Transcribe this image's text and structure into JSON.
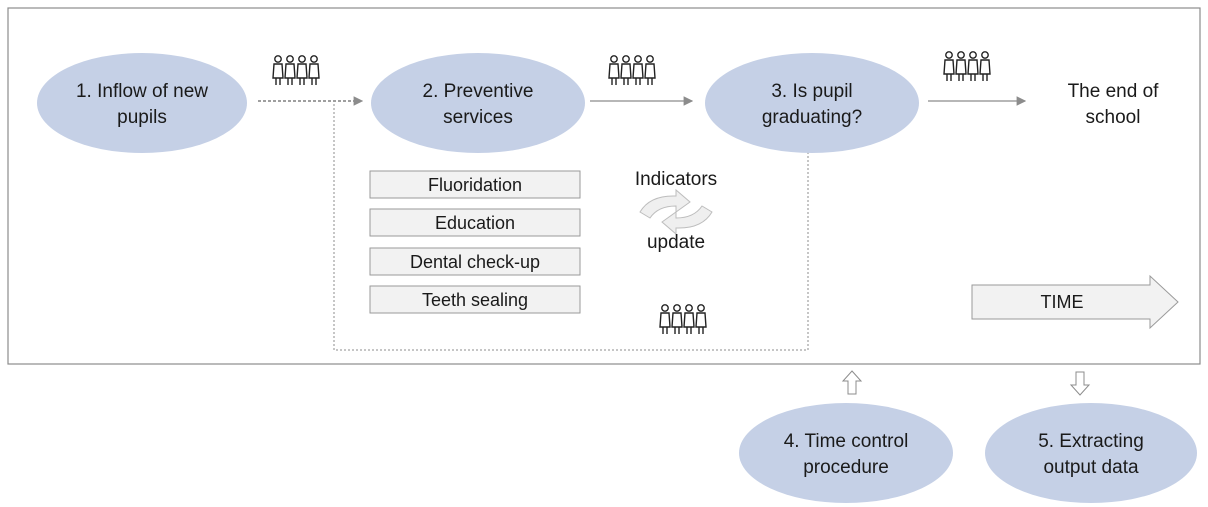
{
  "steps": {
    "inflow": [
      "1. Inflow of new",
      "pupils"
    ],
    "preventive": [
      "2. Preventive",
      "services"
    ],
    "graduating": [
      "3. Is pupil",
      "graduating?"
    ],
    "time_control": [
      "4. Time control",
      "procedure"
    ],
    "extracting": [
      "5. Extracting",
      "output data"
    ]
  },
  "end_label": [
    "The end of",
    "school"
  ],
  "services": [
    "Fluoridation",
    "Education",
    "Dental check-up",
    "Teeth sealing"
  ],
  "indicators": {
    "top": "Indicators",
    "bottom": "update"
  },
  "time_label": "TIME",
  "colors": {
    "ellipse": "#c5d0e6",
    "box": "#f2f2f2",
    "box_border": "#9a9a9a",
    "frame": "#8c8c8c",
    "arrow": "#8c8c8c"
  },
  "icons": [
    "pupils-group-icon",
    "cycle-arrows-icon",
    "up-arrow-icon",
    "down-arrow-icon"
  ]
}
